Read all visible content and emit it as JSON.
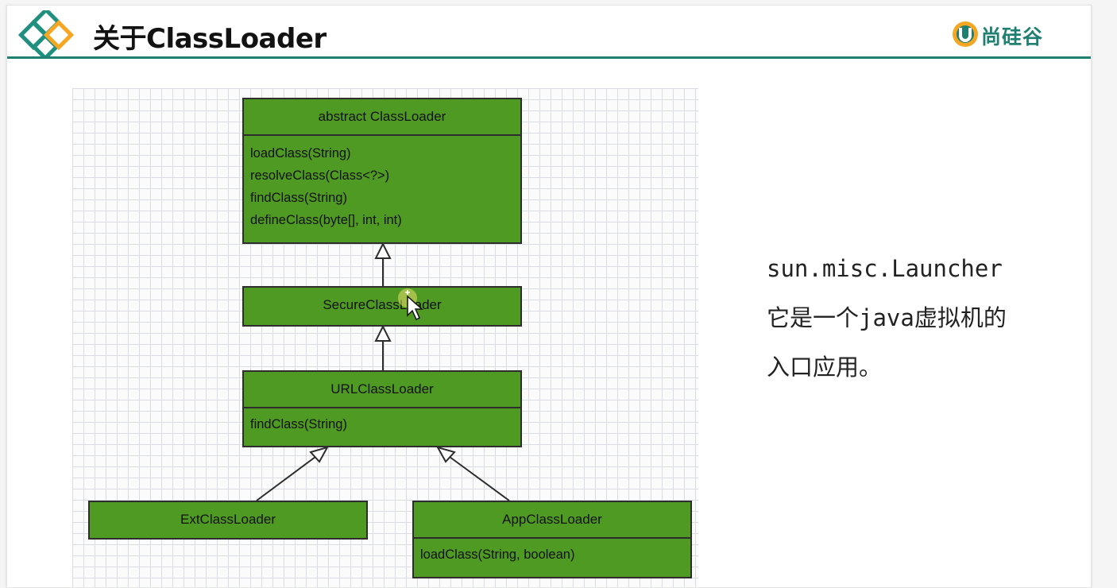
{
  "slide": {
    "title": "关于ClassLoader",
    "brand": "尚硅谷"
  },
  "diagram": {
    "boxes": {
      "classloader": {
        "name": "abstract ClassLoader",
        "methods": [
          "loadClass(String)",
          "resolveClass(Class<?>)",
          "findClass(String)",
          "defineClass(byte[], int, int)"
        ]
      },
      "secure": {
        "name": "SecureClassLoader"
      },
      "url": {
        "name": "URLClassLoader",
        "methods": [
          "findClass(String)"
        ]
      },
      "ext": {
        "name": "ExtClassLoader"
      },
      "app": {
        "name": "AppClassLoader",
        "methods": [
          "loadClass(String, boolean)"
        ]
      }
    },
    "colors": {
      "box_fill": "#4f9a23",
      "box_border": "#2d2d2d",
      "grid": "#d9dde1"
    }
  },
  "note": {
    "lines": [
      "sun.misc.Launcher",
      "它是一个java虚拟机的",
      "入口应用。"
    ]
  },
  "colors": {
    "accent": "#1f7f71",
    "brand_orange": "#f5a623"
  }
}
